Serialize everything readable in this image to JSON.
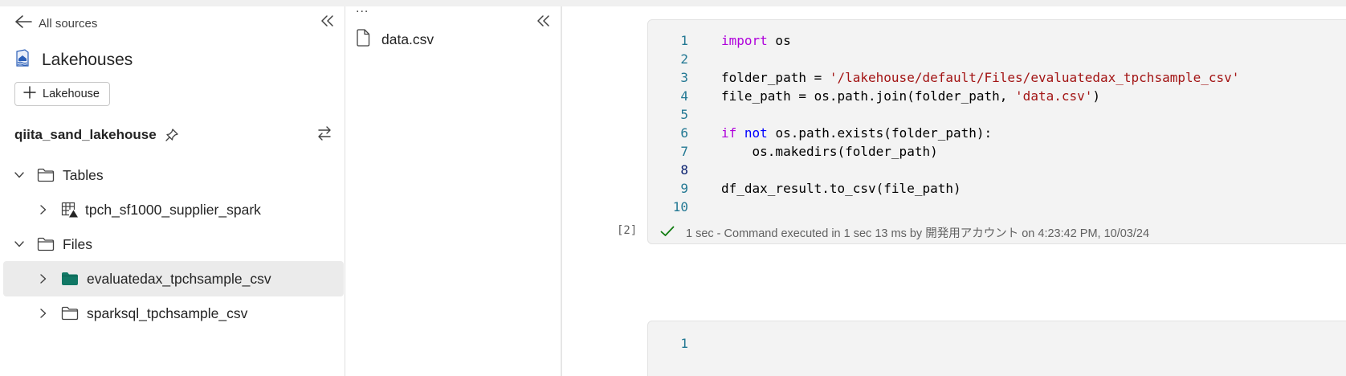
{
  "left_pane": {
    "back_label": "All sources",
    "section_title": "Lakehouses",
    "add_button_label": "Lakehouse",
    "lakehouse_name": "qiita_sand_lakehouse",
    "tree": [
      {
        "label": "Tables",
        "icon": "folder-icon",
        "chevron": "down"
      },
      {
        "label": "tpch_sf1000_supplier_spark",
        "icon": "table-icon",
        "chevron": "right"
      },
      {
        "label": "Files",
        "icon": "folder-icon",
        "chevron": "down"
      },
      {
        "label": "evaluatedax_tpchsample_csv",
        "icon": "folder-filled-icon",
        "chevron": "right",
        "selected": true
      },
      {
        "label": "sparksql_tpchsample_csv",
        "icon": "folder-icon",
        "chevron": "right"
      }
    ]
  },
  "middle_pane": {
    "more_label": "...",
    "files": [
      {
        "label": "data.csv",
        "icon": "file-icon"
      }
    ]
  },
  "notebook": {
    "cell1": {
      "line_numbers": [
        "1",
        "2",
        "3",
        "4",
        "5",
        "6",
        "7",
        "8",
        "9",
        "10"
      ],
      "lines": [
        [
          {
            "t": "import",
            "c": "kw"
          },
          {
            "t": " os",
            "c": ""
          }
        ],
        [],
        [
          {
            "t": "folder_path = ",
            "c": ""
          },
          {
            "t": "'/lakehouse/default/Files/evaluatedax_tpchsample_csv'",
            "c": "str"
          }
        ],
        [
          {
            "t": "file_path = os.path.join(folder_path, ",
            "c": ""
          },
          {
            "t": "'data.csv'",
            "c": "str"
          },
          {
            "t": ")",
            "c": ""
          }
        ],
        [],
        [
          {
            "t": "if",
            "c": "kw"
          },
          {
            "t": " ",
            "c": ""
          },
          {
            "t": "not",
            "c": "kw2"
          },
          {
            "t": " os.path.exists(folder_path):",
            "c": ""
          }
        ],
        [
          {
            "t": "    os.makedirs(folder_path)",
            "c": ""
          }
        ],
        [],
        [
          {
            "t": "df_dax_result.to_csv(file_path)",
            "c": ""
          }
        ],
        []
      ],
      "exec_count": "[2]",
      "status_text": "1 sec - Command executed in 1 sec 13 ms by 開発用アカウント on 4:23:42 PM, 10/03/24"
    },
    "cell2": {
      "line_numbers": [
        "1"
      ]
    }
  },
  "colors": {
    "keyword": "#af00db",
    "keyword_blue": "#0000ff",
    "string": "#a31515",
    "line_number": "#237893",
    "success": "#107c10",
    "folder_fill": "#117865"
  }
}
